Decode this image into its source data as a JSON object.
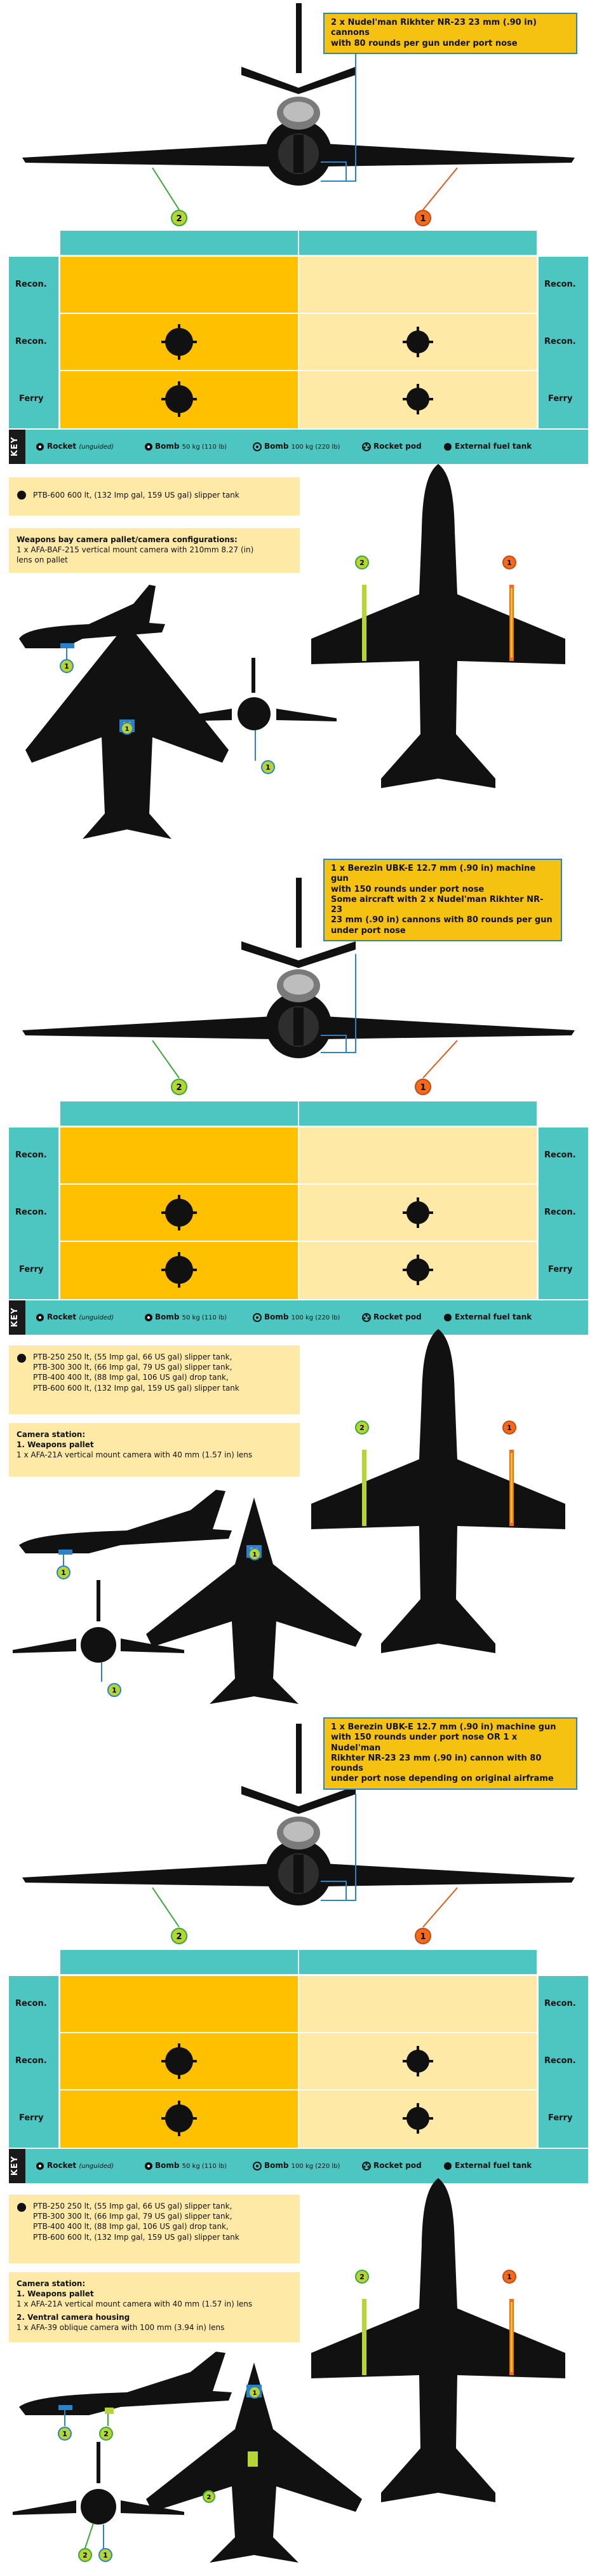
{
  "sections": [
    {
      "callout_lines": [
        "2 x Nudel'man Rikhter NR-23 23 mm (.90 in) cannons",
        "with 80 rounds per gun under port nose"
      ],
      "stations": [
        "2",
        "1"
      ],
      "rows": [
        "Recon.",
        "Recon.",
        "Ferry"
      ],
      "note_tanks": [
        "PTB-600 600 lt, (132 Imp gal, 159 US gal) slipper tank"
      ],
      "note_camera_title": "Weapons bay camera pallet/camera configurations:",
      "note_camera_lines": [
        "1 x AFA-BAF-215 vertical mount camera with 210mm 8.27 (in)",
        "lens on pallet"
      ],
      "marker_labels": [
        "1",
        "1",
        "1",
        "2",
        "1"
      ]
    },
    {
      "callout_lines": [
        "1 x Berezin UBK-E 12.7 mm (.90 in) machine gun",
        "with 150 rounds under port nose",
        "Some aircraft with 2 x Nudel'man Rikhter NR-23",
        "23 mm (.90 in) cannons with 80 rounds per gun",
        "under port nose"
      ],
      "stations": [
        "2",
        "1"
      ],
      "rows": [
        "Recon.",
        "Recon.",
        "Ferry"
      ],
      "note_tanks": [
        "PTB-250 250 lt, (55 Imp gal, 66 US gal) slipper tank,",
        "PTB-300 300 lt, (66 Imp gal, 79 US gal) slipper tank,",
        "PTB-400 400 lt, (88 Imp gal, 106 US gal) drop tank,",
        "PTB-600 600 lt, (132 Imp gal, 159 US gal) slipper tank"
      ],
      "note_camera_title": "Camera station:",
      "note_camera_items": [
        {
          "title": "1. Weapons pallet",
          "detail": "1 x AFA-21A vertical mount camera with 40 mm (1.57 in) lens"
        }
      ],
      "marker_labels": [
        "1",
        "1",
        "1",
        "2",
        "1"
      ]
    },
    {
      "callout_lines": [
        "1 x Berezin UBK-E 12.7 mm (.90 in) machine gun",
        "with 150 rounds under port nose OR 1 x Nudel'man",
        "Rikhter NR-23 23 mm (.90 in) cannon with 80 rounds",
        "under port nose depending on original airframe"
      ],
      "stations": [
        "2",
        "1"
      ],
      "rows": [
        "Recon.",
        "Recon.",
        "Ferry"
      ],
      "note_tanks": [
        "PTB-250 250 lt, (55 Imp gal, 66 US gal) slipper tank,",
        "PTB-300 300 lt, (66 Imp gal, 79 US gal) slipper tank,",
        "PTB-400 400 lt, (88 Imp gal, 106 US gal) drop tank,",
        "PTB-600 600 lt, (132 Imp gal, 159 US gal) slipper tank"
      ],
      "note_camera_title": "Camera station:",
      "note_camera_items": [
        {
          "title": "1. Weapons pallet",
          "detail": "1 x AFA-21A vertical mount camera with 40 mm (1.57 in) lens"
        },
        {
          "title": "2. Ventral camera housing",
          "detail": "1 x AFA-39 oblique camera with 100 mm (3.94 in) lens"
        }
      ],
      "marker_labels": [
        "2",
        "1",
        "1",
        "2",
        "1",
        "2",
        "1"
      ]
    }
  ],
  "key": {
    "label": "KEY",
    "rocket": "Rocket",
    "rocket_sub": "(unguided)",
    "bomb": "Bomb",
    "bomb50": "50 kg (110 lb)",
    "bomb100": "Bomb",
    "bomb100_sub": "100 kg (220 lb)",
    "pod": "Rocket pod",
    "tank": "External fuel tank"
  },
  "colors": {
    "teal": "#4dc5c0",
    "yellow": "#ffc000",
    "pale_yellow": "#ffe9a6",
    "station2_green": "#b6d433",
    "station1_orange": "#f26b1d",
    "camera_blue": "#2a82c9"
  }
}
